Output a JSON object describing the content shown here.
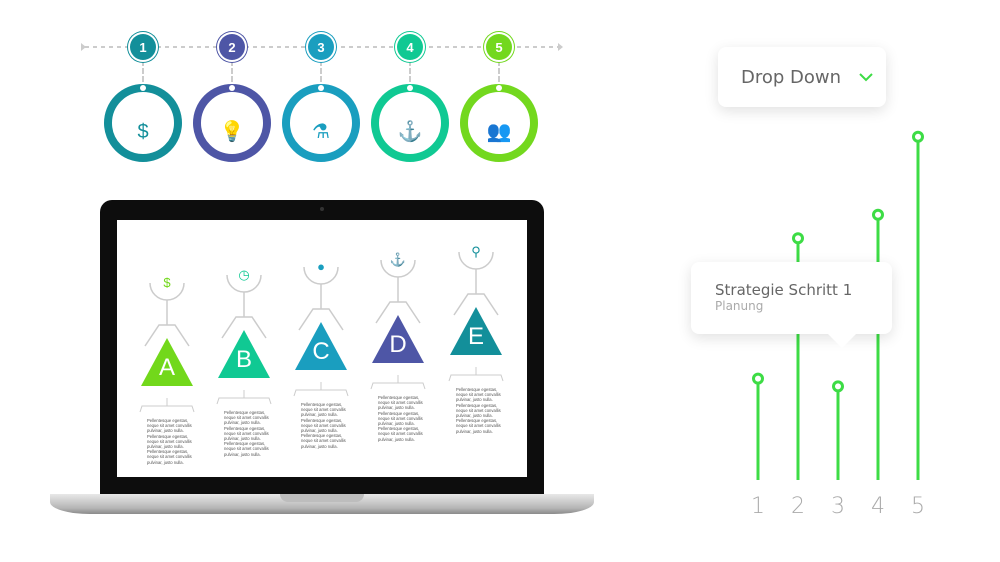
{
  "steps": [
    {
      "number": "1",
      "icon": "money-bag-icon",
      "glyph": "$",
      "color": "#138f9a"
    },
    {
      "number": "2",
      "icon": "lightbulb-icon",
      "glyph": "💡",
      "color": "#4e56a6"
    },
    {
      "number": "3",
      "icon": "flask-icon",
      "glyph": "⚗",
      "color": "#1a9ebf"
    },
    {
      "number": "4",
      "icon": "anchor-icon",
      "glyph": "⚓",
      "color": "#10c993"
    },
    {
      "number": "5",
      "icon": "people-icon",
      "glyph": "👥",
      "color": "#73d81e"
    }
  ],
  "laptop": {
    "items": [
      {
        "letter": "A",
        "icon": "money-bag-icon",
        "glyph": "$",
        "color": "#72d81b"
      },
      {
        "letter": "B",
        "icon": "clock-icon",
        "glyph": "◷",
        "color": "#10c993"
      },
      {
        "letter": "C",
        "icon": "lightbulb-icon",
        "glyph": "●",
        "color": "#1a9ebf"
      },
      {
        "letter": "D",
        "icon": "anchor-icon",
        "glyph": "⚓",
        "color": "#4e56a6"
      },
      {
        "letter": "E",
        "icon": "search-icon",
        "glyph": "⚲",
        "color": "#138f9a"
      }
    ],
    "desc": "Pellentesque egestas, neque sit amet convallis pulvinar, justo nulla. Pellentesque egestas, neque sit amet convallis pulvinar, justo nulla. Pellentesque egestas, neque sit amet convallis pulvinar, justo nulla."
  },
  "dropdown": {
    "label": "Drop Down"
  },
  "tooltip": {
    "title": "Strategie Schritt 1",
    "subtitle": "Planung"
  },
  "chart_data": {
    "type": "lollipop",
    "categories": [
      "1",
      "2",
      "3",
      "4",
      "5"
    ],
    "values": [
      1.3,
      3.1,
      1.2,
      3.4,
      4.4
    ],
    "color": "#3ddc45",
    "ylim": [
      0,
      4.5
    ]
  }
}
